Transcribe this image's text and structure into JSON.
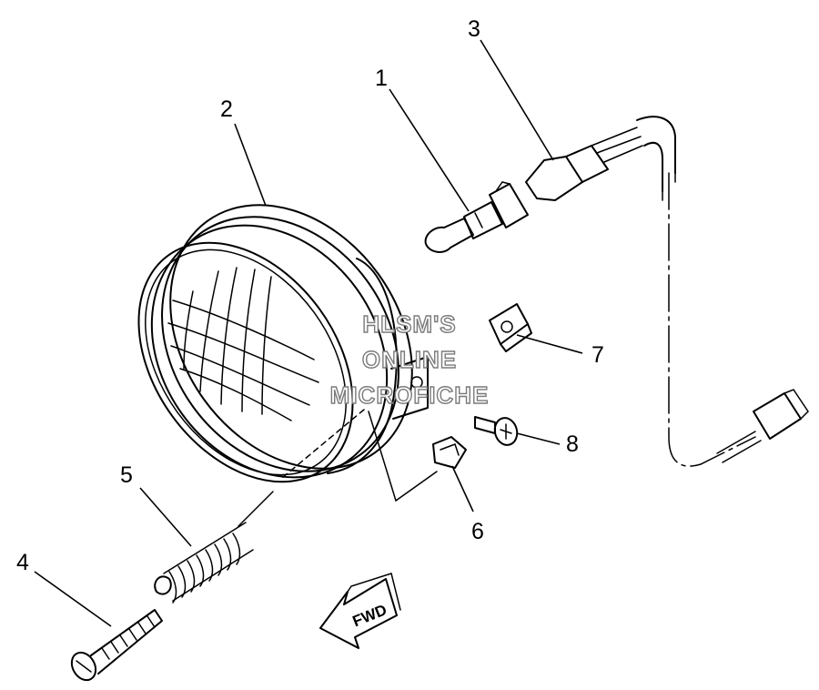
{
  "diagram": {
    "callouts": [
      {
        "id": "1",
        "label": "1",
        "part": "bulb"
      },
      {
        "id": "2",
        "label": "2",
        "part": "headlight-assembly"
      },
      {
        "id": "3",
        "label": "3",
        "part": "socket-cord"
      },
      {
        "id": "4",
        "label": "4",
        "part": "adjusting-screw"
      },
      {
        "id": "5",
        "label": "5",
        "part": "spring"
      },
      {
        "id": "6",
        "label": "6",
        "part": "nut"
      },
      {
        "id": "7",
        "label": "7",
        "part": "nut-clip"
      },
      {
        "id": "8",
        "label": "8",
        "part": "screw"
      }
    ],
    "direction_label": "FWD",
    "watermark": [
      "HLSM'S",
      "ONLINE",
      "MICROFICHE"
    ]
  }
}
